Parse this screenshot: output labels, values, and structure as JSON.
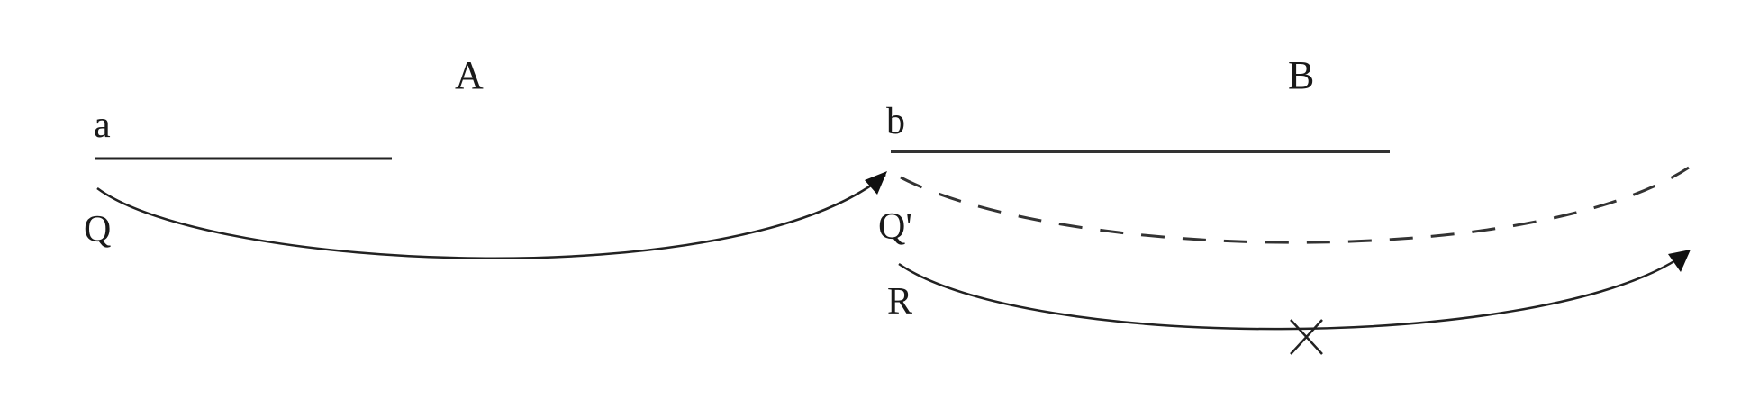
{
  "diagram": {
    "title_left": "A",
    "title_right": "B",
    "segments": [
      {
        "label": "a",
        "name": "segment-a"
      },
      {
        "label": "b",
        "name": "segment-b"
      }
    ],
    "arrows": [
      {
        "label": "Q",
        "style": "solid",
        "from": "segment-a",
        "to": "segment-b",
        "arrowhead": true
      },
      {
        "label": "Q'",
        "style": "dashed",
        "from": "segment-b",
        "to": "right-end",
        "arrowhead": false
      },
      {
        "label": "R",
        "style": "solid",
        "from": "segment-b",
        "to": "right-end",
        "arrowhead": true,
        "marker": "X"
      }
    ],
    "colors": {
      "stroke": "#222222",
      "background": "#ffffff"
    }
  }
}
